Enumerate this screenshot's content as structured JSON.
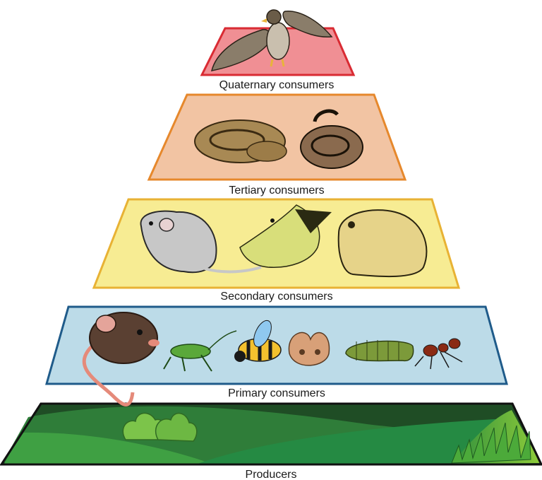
{
  "diagram": {
    "levels": [
      {
        "id": "quaternary",
        "label": "Quaternary consumers",
        "fill": "#f08f94",
        "stroke": "#d92b33",
        "organisms": [
          "hawk"
        ]
      },
      {
        "id": "tertiary",
        "label": "Tertiary consumers",
        "fill": "#f2c4a3",
        "stroke": "#e6882c",
        "organisms": [
          "coiled-snake-light",
          "coiled-snake-dark"
        ]
      },
      {
        "id": "secondary",
        "label": "Secondary consumers",
        "fill": "#f7ec93",
        "stroke": "#e8b234",
        "organisms": [
          "rat",
          "bird",
          "toad"
        ]
      },
      {
        "id": "primary",
        "label": "Primary consumers",
        "fill": "#bcdbe8",
        "stroke": "#1f5b8a",
        "organisms": [
          "mouse",
          "grasshopper",
          "bee",
          "moth",
          "caterpillar",
          "ant"
        ]
      },
      {
        "id": "producers",
        "label": "Producers",
        "fill": "#2e8b3c",
        "stroke": "#111111",
        "organisms": [
          "shrubs",
          "grass"
        ]
      }
    ]
  }
}
